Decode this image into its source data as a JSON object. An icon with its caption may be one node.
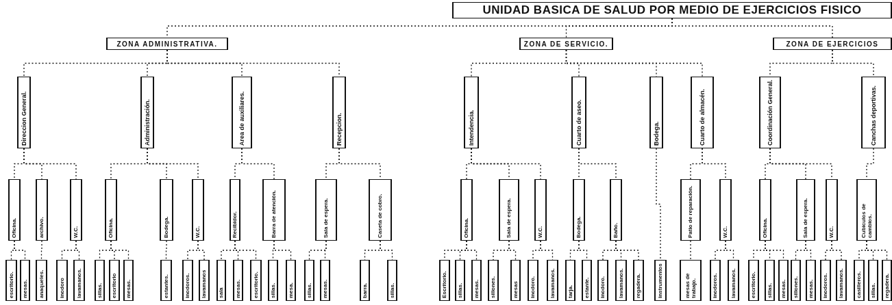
{
  "diagram": {
    "nodes": [
      {
        "text": [
          "UNIDAD BASICA DE SALUD POR MEDIO DE EJERCICIOS FISICO"
        ]
      },
      {
        "text": [
          "ZONA ADMINISTRATIVA."
        ]
      },
      {
        "text": [
          "Direccion General."
        ]
      },
      {
        "text": [
          "Oficina."
        ]
      },
      {
        "text": [
          "escritorio."
        ]
      },
      {
        "text": [
          "mesas."
        ]
      },
      {
        "text": [
          "archivo."
        ]
      },
      {
        "text": [
          "anaqueles."
        ]
      },
      {
        "text": [
          "W.C."
        ]
      },
      {
        "text": [
          "inodoro"
        ]
      },
      {
        "text": [
          "lavamanos."
        ]
      },
      {
        "text": [
          "Administración."
        ]
      },
      {
        "text": [
          "Oficina."
        ]
      },
      {
        "text": [
          "sillas."
        ]
      },
      {
        "text": [
          "escritorio"
        ]
      },
      {
        "text": [
          "mesas."
        ]
      },
      {
        "text": [
          "Bodega."
        ]
      },
      {
        "text": [
          "estantes."
        ]
      },
      {
        "text": [
          "W.C."
        ]
      },
      {
        "text": [
          "inodoros."
        ]
      },
      {
        "text": [
          "lavamanos"
        ]
      },
      {
        "text": [
          "Area de auxiliares."
        ]
      },
      {
        "text": [
          "Recibidor."
        ]
      },
      {
        "text": [
          "sala"
        ]
      },
      {
        "text": [
          "mesas."
        ]
      },
      {
        "text": [
          "escritorio."
        ]
      },
      {
        "text": [
          "Barra de atención."
        ]
      },
      {
        "text": [
          "sillas."
        ]
      },
      {
        "text": [
          "mesa."
        ]
      },
      {
        "text": [
          "Recepcion."
        ]
      },
      {
        "text": [
          "Sala de espera."
        ]
      },
      {
        "text": [
          "sillas."
        ]
      },
      {
        "text": [
          "mesas."
        ]
      },
      {
        "text": [
          "Caseta de cobro."
        ]
      },
      {
        "text": [
          "barra."
        ]
      },
      {
        "text": [
          "sillas."
        ]
      },
      {
        "text": [
          "ZONA DE SERVICIO."
        ]
      },
      {
        "text": [
          "Intendencia."
        ]
      },
      {
        "text": [
          "Oficina."
        ]
      },
      {
        "text": [
          "Escritorio."
        ]
      },
      {
        "text": [
          "sillas."
        ]
      },
      {
        "text": [
          "mesas."
        ]
      },
      {
        "text": [
          "Sala de espera."
        ]
      },
      {
        "text": [
          "sillones."
        ]
      },
      {
        "text": [
          "mesas"
        ]
      },
      {
        "text": [
          "W.C."
        ]
      },
      {
        "text": [
          "inodoro."
        ]
      },
      {
        "text": [
          "lavamanos."
        ]
      },
      {
        "text": [
          "Cuarto de aseo."
        ]
      },
      {
        "text": [
          "Bodega."
        ]
      },
      {
        "text": [
          "tarja."
        ]
      },
      {
        "text": [
          "estante."
        ]
      },
      {
        "text": [
          "Baño."
        ]
      },
      {
        "text": [
          "inodoro."
        ]
      },
      {
        "text": [
          "lavamanos."
        ]
      },
      {
        "text": [
          "regadera."
        ]
      },
      {
        "text": [
          "Bodega."
        ]
      },
      {
        "text": [
          "instrumentos"
        ]
      },
      {
        "text": [
          "Cuarto de almacén."
        ]
      },
      {
        "text": [
          "Patio de reparación."
        ]
      },
      {
        "text": [
          "mesas de trabajo."
        ]
      },
      {
        "text": [
          "W.C."
        ]
      },
      {
        "text": [
          "inodoros."
        ]
      },
      {
        "text": [
          "lavamanos."
        ]
      },
      {
        "text": [
          "ZONA DE EJERCICIOS"
        ]
      },
      {
        "text": [
          "Coordinación General."
        ]
      },
      {
        "text": [
          "Oficina."
        ]
      },
      {
        "text": [
          "escritorio."
        ]
      },
      {
        "text": [
          "sillas."
        ]
      },
      {
        "text": [
          "mesas."
        ]
      },
      {
        "text": [
          "Sala de espera."
        ]
      },
      {
        "text": [
          "sillones."
        ]
      },
      {
        "text": [
          "mesas."
        ]
      },
      {
        "text": [
          "W.C."
        ]
      },
      {
        "text": [
          "inodoros."
        ]
      },
      {
        "text": [
          "lavamanos."
        ]
      },
      {
        "text": [
          "Canchas deportivas."
        ]
      },
      {
        "text": [
          "Cubículos de cambios."
        ]
      },
      {
        "text": [
          "casilleros."
        ]
      },
      {
        "text": [
          "sillas."
        ]
      },
      {
        "text": [
          "regadera."
        ]
      }
    ],
    "edges": [
      {
        "from": 0,
        "to": 1,
        "arrow": "none",
        "style": "dashed"
      },
      {
        "from": 0,
        "to": 36,
        "arrow": "none",
        "style": "dashed"
      },
      {
        "from": 0,
        "to": 64,
        "arrow": "none",
        "style": "dashed"
      },
      {
        "from": 1,
        "to": 2,
        "arrow": "none",
        "style": "dashed"
      },
      {
        "from": 1,
        "to": 11,
        "arrow": "none",
        "style": "dashed"
      },
      {
        "from": 1,
        "to": 21,
        "arrow": "none",
        "style": "dashed"
      },
      {
        "from": 1,
        "to": 29,
        "arrow": "none",
        "style": "dashed"
      },
      {
        "from": 2,
        "to": 3,
        "arrow": "none",
        "style": "dashed"
      },
      {
        "from": 2,
        "to": 6,
        "arrow": "none",
        "style": "dashed"
      },
      {
        "from": 2,
        "to": 8,
        "arrow": "none",
        "style": "dashed"
      },
      {
        "from": 3,
        "to": 4,
        "arrow": "none",
        "style": "dashed"
      },
      {
        "from": 3,
        "to": 5,
        "arrow": "none",
        "style": "dashed"
      },
      {
        "from": 6,
        "to": 7,
        "arrow": "none",
        "style": "dashed"
      },
      {
        "from": 8,
        "to": 9,
        "arrow": "none",
        "style": "dashed"
      },
      {
        "from": 8,
        "to": 10,
        "arrow": "none",
        "style": "dashed"
      },
      {
        "from": 11,
        "to": 12,
        "arrow": "none",
        "style": "dashed"
      },
      {
        "from": 11,
        "to": 16,
        "arrow": "none",
        "style": "dashed"
      },
      {
        "from": 11,
        "to": 18,
        "arrow": "none",
        "style": "dashed"
      },
      {
        "from": 12,
        "to": 13,
        "arrow": "none",
        "style": "dashed"
      },
      {
        "from": 12,
        "to": 14,
        "arrow": "none",
        "style": "dashed"
      },
      {
        "from": 12,
        "to": 15,
        "arrow": "none",
        "style": "dashed"
      },
      {
        "from": 16,
        "to": 17,
        "arrow": "none",
        "style": "dashed"
      },
      {
        "from": 18,
        "to": 19,
        "arrow": "none",
        "style": "dashed"
      },
      {
        "from": 18,
        "to": 20,
        "arrow": "none",
        "style": "dashed"
      },
      {
        "from": 21,
        "to": 22,
        "arrow": "none",
        "style": "dashed"
      },
      {
        "from": 21,
        "to": 26,
        "arrow": "none",
        "style": "dashed"
      },
      {
        "from": 22,
        "to": 23,
        "arrow": "none",
        "style": "dashed"
      },
      {
        "from": 22,
        "to": 24,
        "arrow": "none",
        "style": "dashed"
      },
      {
        "from": 22,
        "to": 25,
        "arrow": "none",
        "style": "dashed"
      },
      {
        "from": 26,
        "to": 27,
        "arrow": "none",
        "style": "dashed"
      },
      {
        "from": 26,
        "to": 28,
        "arrow": "none",
        "style": "dashed"
      },
      {
        "from": 29,
        "to": 30,
        "arrow": "none",
        "style": "dashed"
      },
      {
        "from": 29,
        "to": 33,
        "arrow": "none",
        "style": "dashed"
      },
      {
        "from": 30,
        "to": 31,
        "arrow": "none",
        "style": "dashed"
      },
      {
        "from": 30,
        "to": 32,
        "arrow": "none",
        "style": "dashed"
      },
      {
        "from": 33,
        "to": 34,
        "arrow": "none",
        "style": "dashed"
      },
      {
        "from": 33,
        "to": 35,
        "arrow": "none",
        "style": "dashed"
      },
      {
        "from": 36,
        "to": 37,
        "arrow": "none",
        "style": "dashed"
      },
      {
        "from": 36,
        "to": 48,
        "arrow": "none",
        "style": "dashed"
      },
      {
        "from": 36,
        "to": 56,
        "arrow": "none",
        "style": "dashed"
      },
      {
        "from": 36,
        "to": 58,
        "arrow": "none",
        "style": "dashed"
      },
      {
        "from": 37,
        "to": 38,
        "arrow": "none",
        "style": "dashed"
      },
      {
        "from": 37,
        "to": 42,
        "arrow": "none",
        "style": "dashed"
      },
      {
        "from": 37,
        "to": 45,
        "arrow": "none",
        "style": "dashed"
      },
      {
        "from": 38,
        "to": 39,
        "arrow": "none",
        "style": "dashed"
      },
      {
        "from": 38,
        "to": 40,
        "arrow": "none",
        "style": "dashed"
      },
      {
        "from": 38,
        "to": 41,
        "arrow": "none",
        "style": "dashed"
      },
      {
        "from": 42,
        "to": 43,
        "arrow": "none",
        "style": "dashed"
      },
      {
        "from": 42,
        "to": 44,
        "arrow": "none",
        "style": "dashed"
      },
      {
        "from": 45,
        "to": 46,
        "arrow": "none",
        "style": "dashed"
      },
      {
        "from": 45,
        "to": 47,
        "arrow": "none",
        "style": "dashed"
      },
      {
        "from": 48,
        "to": 49,
        "arrow": "none",
        "style": "dashed"
      },
      {
        "from": 48,
        "to": 52,
        "arrow": "none",
        "style": "dashed"
      },
      {
        "from": 49,
        "to": 50,
        "arrow": "none",
        "style": "dashed"
      },
      {
        "from": 49,
        "to": 51,
        "arrow": "none",
        "style": "dashed"
      },
      {
        "from": 52,
        "to": 53,
        "arrow": "none",
        "style": "dashed"
      },
      {
        "from": 52,
        "to": 54,
        "arrow": "none",
        "style": "dashed"
      },
      {
        "from": 52,
        "to": 55,
        "arrow": "none",
        "style": "dashed"
      },
      {
        "from": 56,
        "to": 57,
        "arrow": "none",
        "style": "dashed"
      },
      {
        "from": 58,
        "to": 59,
        "arrow": "none",
        "style": "dashed"
      },
      {
        "from": 58,
        "to": 61,
        "arrow": "none",
        "style": "dashed"
      },
      {
        "from": 59,
        "to": 60,
        "arrow": "none",
        "style": "dashed"
      },
      {
        "from": 61,
        "to": 62,
        "arrow": "none",
        "style": "dashed"
      },
      {
        "from": 61,
        "to": 63,
        "arrow": "none",
        "style": "dashed"
      },
      {
        "from": 64,
        "to": 65,
        "arrow": "none",
        "style": "dashed"
      },
      {
        "from": 64,
        "to": 76,
        "arrow": "none",
        "style": "dashed"
      },
      {
        "from": 65,
        "to": 66,
        "arrow": "none",
        "style": "dashed"
      },
      {
        "from": 65,
        "to": 70,
        "arrow": "none",
        "style": "dashed"
      },
      {
        "from": 65,
        "to": 73,
        "arrow": "none",
        "style": "dashed"
      },
      {
        "from": 66,
        "to": 67,
        "arrow": "none",
        "style": "dashed"
      },
      {
        "from": 66,
        "to": 68,
        "arrow": "none",
        "style": "dashed"
      },
      {
        "from": 66,
        "to": 69,
        "arrow": "none",
        "style": "dashed"
      },
      {
        "from": 70,
        "to": 71,
        "arrow": "none",
        "style": "dashed"
      },
      {
        "from": 70,
        "to": 72,
        "arrow": "none",
        "style": "dashed"
      },
      {
        "from": 73,
        "to": 74,
        "arrow": "none",
        "style": "dashed"
      },
      {
        "from": 73,
        "to": 75,
        "arrow": "none",
        "style": "dashed"
      },
      {
        "from": 76,
        "to": 77,
        "arrow": "none",
        "style": "dashed"
      },
      {
        "from": 77,
        "to": 78,
        "arrow": "none",
        "style": "dashed"
      },
      {
        "from": 77,
        "to": 79,
        "arrow": "none",
        "style": "dashed"
      },
      {
        "from": 77,
        "to": 80,
        "arrow": "none",
        "style": "dashed"
      }
    ]
  }
}
